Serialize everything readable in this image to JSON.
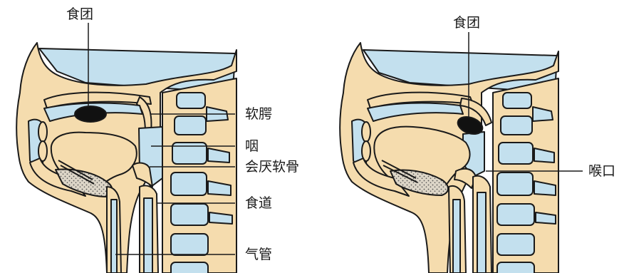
{
  "left_panel": {
    "bolus_label": "食团",
    "soft_palate_label": "软腭",
    "pharynx_label": "咽",
    "epiglottis_label": "会厌软骨",
    "esophagus_label": "食道",
    "trachea_label": "气管"
  },
  "right_panel": {
    "bolus_label": "食团",
    "larynx_opening_label": "喉口"
  },
  "colors": {
    "tissue": "#f5dcae",
    "cavity": "#c3e0ee",
    "outline": "#1a1a1a",
    "bolus": "#111111",
    "gland": "#ddd6c8"
  }
}
